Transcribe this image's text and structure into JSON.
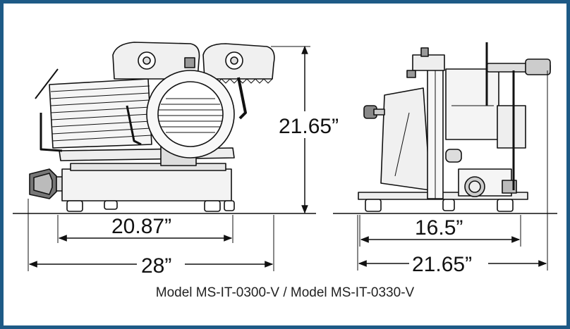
{
  "frame_color": "#1e5a86",
  "line_color": "#111111",
  "caption": "Model MS-IT-0300-V / Model MS-IT-0330-V",
  "dimensions": {
    "height_front": "21.65”",
    "front_inner_width": "20.87”",
    "front_overall_width": "28”",
    "side_inner_width": "16.5”",
    "side_overall_width": "21.65”"
  },
  "views": [
    "front-view",
    "side-view"
  ]
}
